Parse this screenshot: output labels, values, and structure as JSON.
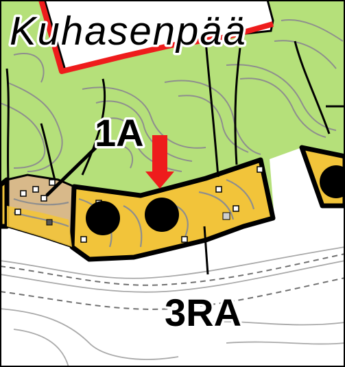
{
  "place_name": "Kuhasenpää",
  "labels": {
    "zone_1": "1A",
    "zone_2": "3RA"
  },
  "colors": {
    "forest_green": "#b5e07a",
    "zone_yellow": "#f2c43a",
    "tan_area": "#d8b98a",
    "white_ground": "#ffffff",
    "boundary_red": "#ee1c1c",
    "arrow_red": "#ee1c1c",
    "contour_grey": "#8e8e8e",
    "outline_black": "#000000"
  },
  "icons": [
    "red-arrow-icon",
    "building-circle-icon"
  ]
}
